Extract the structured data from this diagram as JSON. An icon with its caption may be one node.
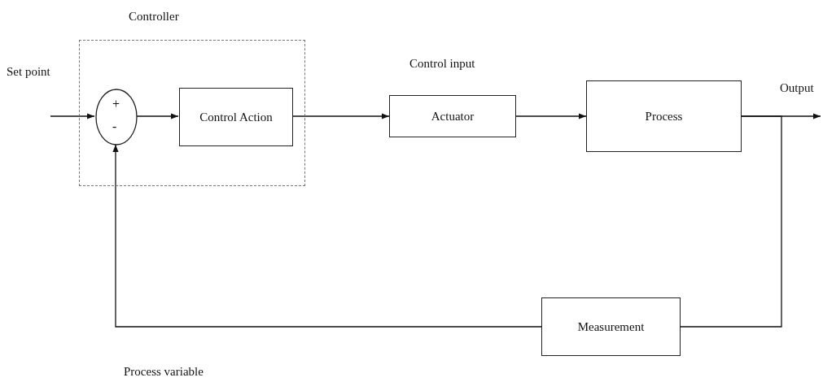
{
  "diagram": {
    "nodes": [
      {
        "text": [
          "Controller"
        ]
      },
      {
        "text": [
          "+",
          "-"
        ],
        "in": 0
      },
      {
        "text": [
          "Control Action"
        ],
        "in": 0
      },
      {
        "text": [
          "Actuator"
        ]
      },
      {
        "text": [
          "Process"
        ]
      },
      {
        "text": [
          "Measurement"
        ]
      }
    ],
    "edges": [
      {
        "from": null,
        "to": 1,
        "arrow": "to"
      },
      {
        "from": 1,
        "to": 2,
        "arrow": "to"
      },
      {
        "from": 2,
        "to": 3,
        "arrow": "to"
      },
      {
        "from": 3,
        "to": 4,
        "arrow": "to"
      },
      {
        "from": 4,
        "to": null,
        "arrow": "to"
      },
      {
        "from": 4,
        "to": 5,
        "arrow": "none"
      },
      {
        "from": 5,
        "to": 1,
        "arrow": "to"
      }
    ],
    "labels": [
      "Set point",
      "Control input",
      "Output",
      "Process variable"
    ]
  }
}
